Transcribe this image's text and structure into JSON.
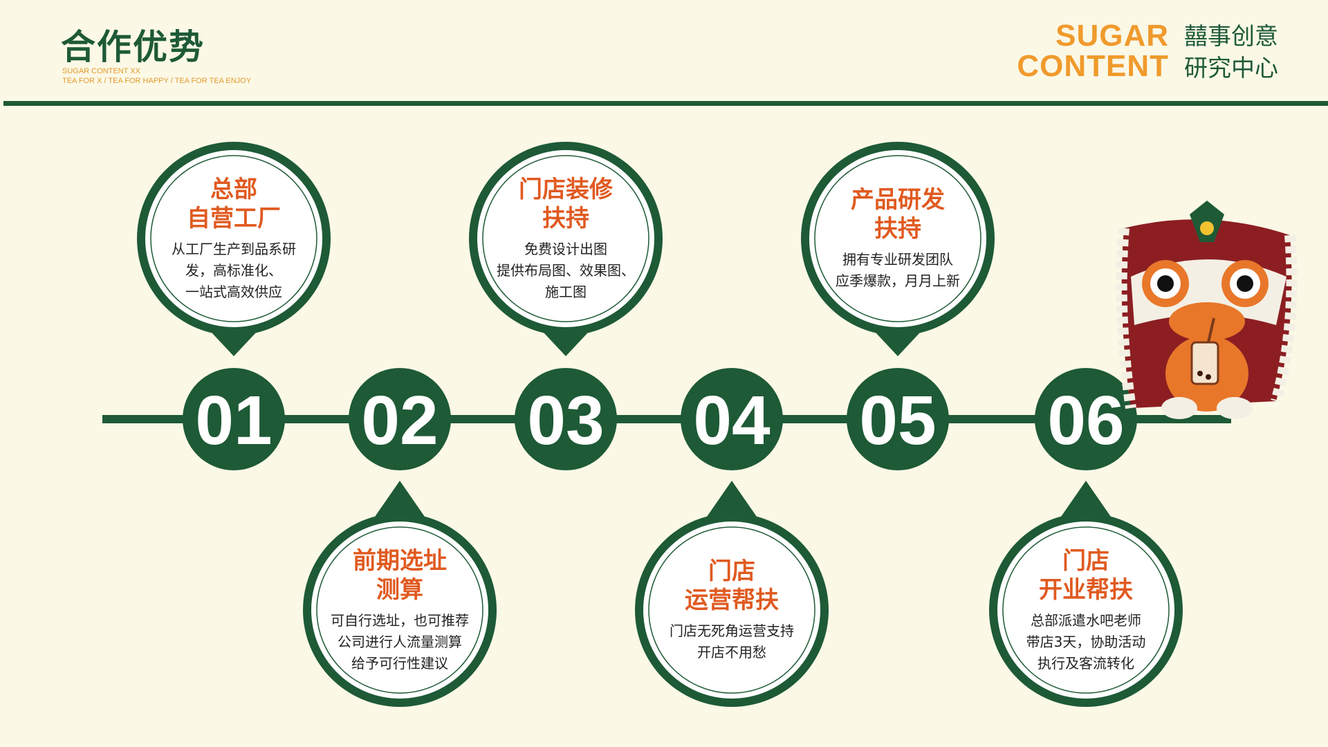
{
  "header": {
    "title": "合作优势",
    "subtitle_line1": "SUGAR CONTENT XX",
    "subtitle_line2": "TEA FOR X  /  TEA FOR  HAPPY /  TEA  FOR   TEA  ENJOY",
    "brand_en_line1": "SUGAR",
    "brand_en_line2": "CONTENT",
    "brand_cn_line1": "囍事创意",
    "brand_cn_line2": "研究中心"
  },
  "steps": [
    {
      "number": "01",
      "title": "总部\n自营工厂",
      "desc": "从工厂生产到品系研\n发，高标准化、\n一站式高效供应"
    },
    {
      "number": "02",
      "title": "前期选址\n测算",
      "desc": "可自行选址，也可推荐\n公司进行人流量测算\n给予可行性建议"
    },
    {
      "number": "03",
      "title": "门店装修\n扶持",
      "desc": "免费设计出图\n提供布局图、效果图、\n施工图"
    },
    {
      "number": "04",
      "title": "门店\n运营帮扶",
      "desc": "门店无死角运营支持\n开店不用愁"
    },
    {
      "number": "05",
      "title": "产品研发\n扶持",
      "desc": "拥有专业研发团队\n应季爆款，月月上新"
    },
    {
      "number": "06",
      "title": "门店\n开业帮扶",
      "desc": "总部派遣水吧老师\n带店3天，协助活动\n执行及客流转化"
    }
  ],
  "colors": {
    "green": "#1e5a36",
    "orange_text": "#e05a20",
    "brand_orange": "#f09a2c",
    "background": "#fbf8e6"
  }
}
